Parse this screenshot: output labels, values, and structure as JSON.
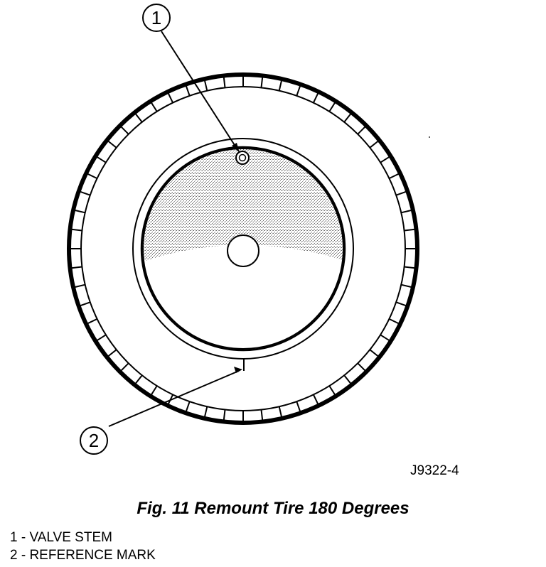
{
  "figure": {
    "code": "J9322-4",
    "caption": "Fig. 11 Remount Tire 180 Degrees",
    "callouts": [
      {
        "number": "1",
        "label": "VALVE STEM"
      },
      {
        "number": "2",
        "label": "REFERENCE MARK"
      }
    ],
    "legend": [
      "1 - VALVE STEM",
      "2 - REFERENCE MARK"
    ]
  }
}
